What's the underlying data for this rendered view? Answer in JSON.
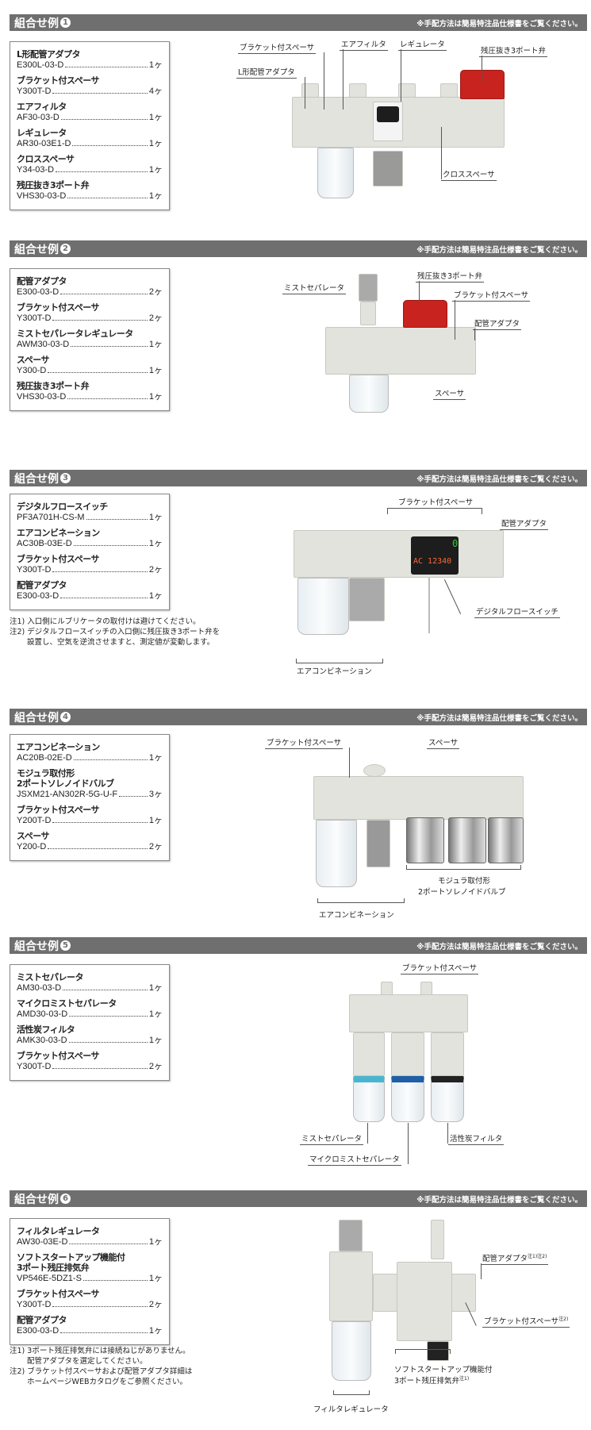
{
  "common_note": "※手配方法は簡易特注品仕様書をご覧ください。",
  "sections": [
    {
      "title": "組合せ例",
      "number": "1",
      "parts": [
        {
          "name": "L形配管アダプタ",
          "code": "E300L-03-D",
          "qty": "1ヶ"
        },
        {
          "name": "ブラケット付スペーサ",
          "code": "Y300T-D",
          "qty": "4ヶ"
        },
        {
          "name": "エアフィルタ",
          "code": "AF30-03-D",
          "qty": "1ヶ"
        },
        {
          "name": "レギュレータ",
          "code": "AR30-03E1-D",
          "qty": "1ヶ"
        },
        {
          "name": "クロススペーサ",
          "code": "Y34-03-D",
          "qty": "1ヶ"
        },
        {
          "name": "残圧抜き3ポート弁",
          "code": "VHS30-03-D",
          "qty": "1ヶ"
        }
      ],
      "labels": [
        "ブラケット付スペーサ",
        "L形配管アダプタ",
        "エアフィルタ",
        "レギュレータ",
        "残圧抜き3ポート弁",
        "クロススペーサ"
      ]
    },
    {
      "title": "組合せ例",
      "number": "2",
      "parts": [
        {
          "name": "配管アダプタ",
          "code": "E300-03-D",
          "qty": "2ヶ"
        },
        {
          "name": "ブラケット付スペーサ",
          "code": "Y300T-D",
          "qty": "2ヶ"
        },
        {
          "name": "ミストセパレータレギュレータ",
          "code": "AWM30-03-D",
          "qty": "1ヶ"
        },
        {
          "name": "スペーサ",
          "code": "Y300-D",
          "qty": "1ヶ"
        },
        {
          "name": "残圧抜き3ポート弁",
          "code": "VHS30-03-D",
          "qty": "1ヶ"
        }
      ],
      "labels": [
        "ミストセパレータ",
        "残圧抜き3ポート弁",
        "ブラケット付スペーサ",
        "配管アダプタ",
        "スペーサ"
      ]
    },
    {
      "title": "組合せ例",
      "number": "3",
      "parts": [
        {
          "name": "デジタルフロースイッチ",
          "code": "PF3A701H-CS-M",
          "qty": "1ヶ"
        },
        {
          "name": "エアコンビネーション",
          "code": "AC30B-03E-D",
          "qty": "1ヶ"
        },
        {
          "name": "ブラケット付スペーサ",
          "code": "Y300T-D",
          "qty": "2ヶ"
        },
        {
          "name": "配管アダプタ",
          "code": "E300-03-D",
          "qty": "1ヶ"
        }
      ],
      "notes": "注1) 入口側にルブリケータの取付けは避けてください。\n注2) デジタルフロースイッチの入口側に残圧抜き3ポート弁を\n　　 設置し、空気を逆流させますと、測定値が変動します。",
      "display": {
        "top": "0",
        "main": "AC 12340"
      },
      "labels": [
        "ブラケット付スペーサ",
        "配管アダプタ",
        "デジタルフロースイッチ",
        "エアコンビネーション"
      ]
    },
    {
      "title": "組合せ例",
      "number": "4",
      "parts": [
        {
          "name": "エアコンビネーション",
          "code": "AC20B-02E-D",
          "qty": "1ヶ"
        },
        {
          "name": "モジュラ取付形\n2ポートソレノイドバルブ",
          "code": "JSXM21-AN302R-5G-U-F",
          "qty": "3ヶ"
        },
        {
          "name": "ブラケット付スペーサ",
          "code": "Y200T-D",
          "qty": "1ヶ"
        },
        {
          "name": "スペーサ",
          "code": "Y200-D",
          "qty": "2ヶ"
        }
      ],
      "labels": [
        "ブラケット付スペーサ",
        "スペーサ",
        "モジュラ取付形",
        "2ポートソレノイドバルブ",
        "エアコンビネーション"
      ]
    },
    {
      "title": "組合せ例",
      "number": "5",
      "parts": [
        {
          "name": "ミストセパレータ",
          "code": "AM30-03-D",
          "qty": "1ヶ"
        },
        {
          "name": "マイクロミストセパレータ",
          "code": "AMD30-03-D",
          "qty": "1ヶ"
        },
        {
          "name": "活性炭フィルタ",
          "code": "AMK30-03-D",
          "qty": "1ヶ"
        },
        {
          "name": "ブラケット付スペーサ",
          "code": "Y300T-D",
          "qty": "2ヶ"
        }
      ],
      "labels": [
        "ブラケット付スペーサ",
        "ミストセパレータ",
        "活性炭フィルタ",
        "マイクロミストセパレータ"
      ]
    },
    {
      "title": "組合せ例",
      "number": "6",
      "parts": [
        {
          "name": "フィルタレギュレータ",
          "code": "AW30-03E-D",
          "qty": "1ヶ"
        },
        {
          "name": "ソフトスタートアップ機能付\n3ポート残圧排気弁",
          "code": "VP546E-5DZ1-S",
          "qty": "1ヶ"
        },
        {
          "name": "ブラケット付スペーサ",
          "code": "Y300T-D",
          "qty": "2ヶ"
        },
        {
          "name": "配管アダプタ",
          "code": "E300-03-D",
          "qty": "1ヶ"
        }
      ],
      "notes": "注1) 3ポート残圧排気弁には接続ねじがありません。\n　　 配管アダプタを選定してください。\n注2) ブラケット付スペーサおよび配管アダプタ詳細は\n　　 ホームページWEBカタログをご参照ください。",
      "labels": [
        "配管アダプタ",
        "ブラケット付スペーサ",
        "ソフトスタートアップ機能付",
        "3ポート残圧排気弁",
        "フィルタレギュレータ"
      ],
      "label_sups": [
        "注1)注2)",
        "注2)",
        "注1)"
      ]
    }
  ]
}
